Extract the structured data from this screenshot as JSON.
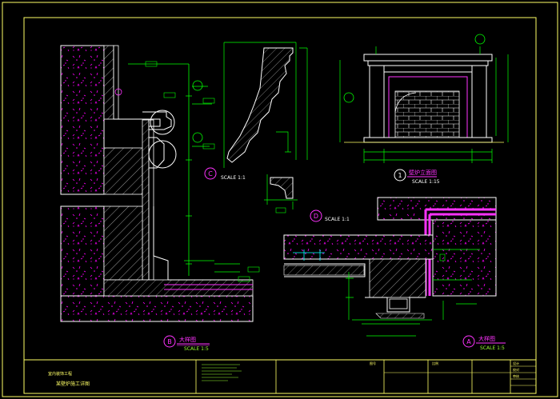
{
  "drawing": {
    "colors": {
      "background": "#000000",
      "frame": "#ffff66",
      "section": "#ffffff",
      "dimension": "#00ff00",
      "hatch": "#ff00ff",
      "leader": "#00ffff",
      "text_green": "#99ff33",
      "text_yellow": "#ffff66",
      "highlight": "#ff33ff"
    },
    "views": {
      "section_b": {
        "marker": "B",
        "title": "大样图",
        "scale": "SCALE 1:5"
      },
      "detail_c": {
        "marker": "C",
        "scale": "SCALE 1:1"
      },
      "detail_d": {
        "marker": "D",
        "scale": "SCALE 1:1"
      },
      "elevation_1": {
        "marker": "1",
        "title": "壁炉立面图",
        "scale": "SCALE 1:15"
      },
      "section_a": {
        "marker": "A",
        "title": "大样图",
        "scale": "SCALE 1:5"
      }
    },
    "title_block": {
      "project_small": "室内装饰工程",
      "drawing_title": "某壁炉施工详图",
      "cell_2": "",
      "cell_3": "图号",
      "cell_4": "比例",
      "cell_5": "",
      "right_labels": [
        "设计",
        "校对",
        "审核"
      ]
    }
  }
}
